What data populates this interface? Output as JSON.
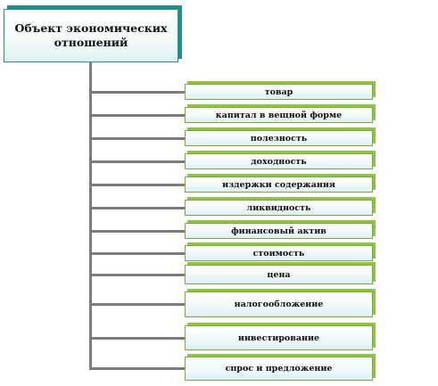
{
  "root": {
    "label": "Объект экономических отношений"
  },
  "items": [
    {
      "label": "товар"
    },
    {
      "label": "капитал  в вещной форме"
    },
    {
      "label": "полезность"
    },
    {
      "label": "доходность"
    },
    {
      "label": "издержки содержания"
    },
    {
      "label": "ликвидность"
    },
    {
      "label": "финансовый актив"
    },
    {
      "label": "стоимость"
    },
    {
      "label": "цена"
    },
    {
      "label": "налогообложение"
    },
    {
      "label": "инвестирование"
    },
    {
      "label": "спрос и предложение"
    }
  ],
  "colors": {
    "root_border": "#2e8b8b",
    "root_shadow": "#1f8f8a",
    "item_border": "#7aa83a",
    "item_shadow": "#8cc63f",
    "connector": "#7c7c7c"
  }
}
